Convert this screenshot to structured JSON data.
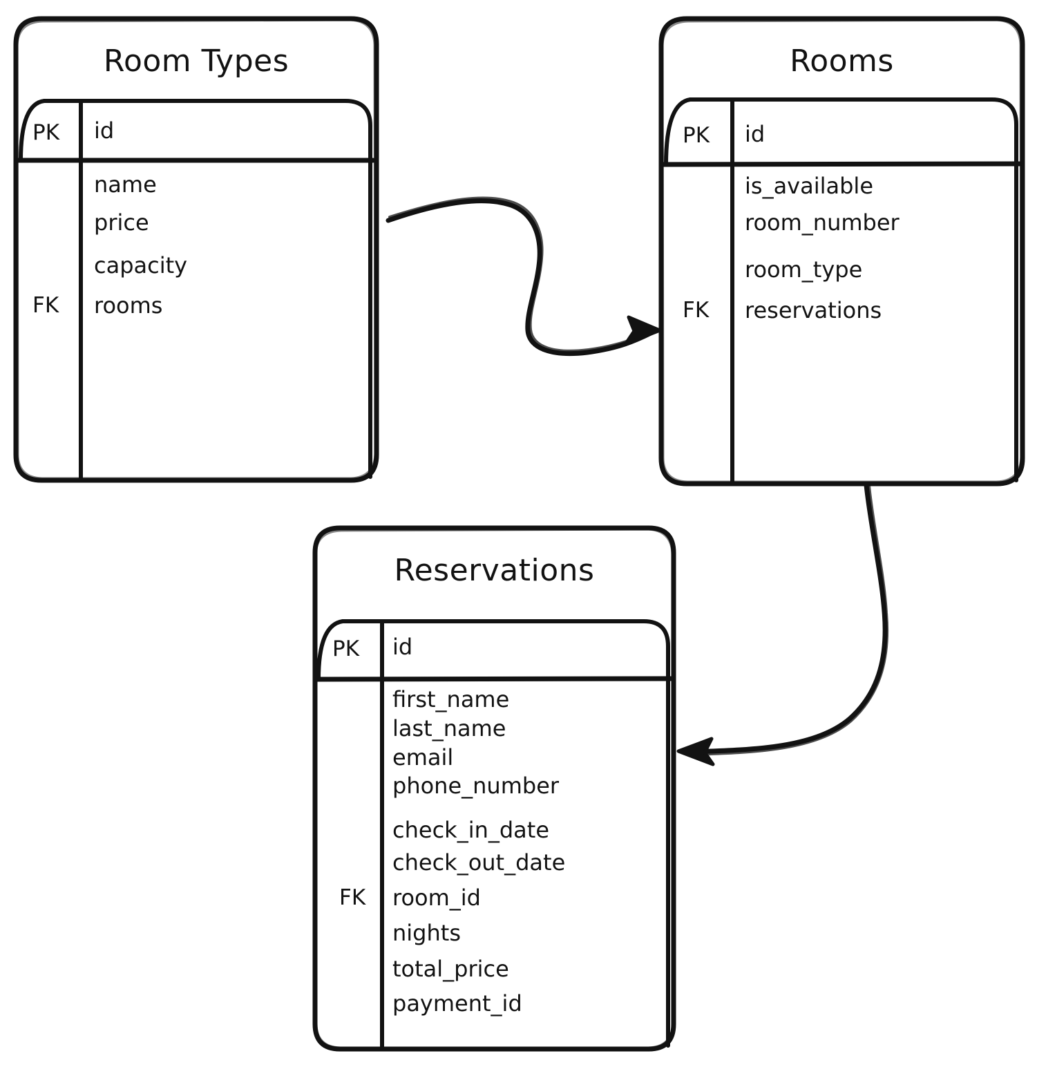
{
  "diagram": {
    "type": "entity-relationship-diagram",
    "style": "hand-drawn sketch",
    "background_color": "#ffffff",
    "stroke_color": "#121212"
  },
  "entities": [
    {
      "id": "room_types",
      "title": "Room Types",
      "primary_key": {
        "key": "PK",
        "name": "id"
      },
      "foreign_key_label": "FK",
      "fields": [
        {
          "name": "name",
          "key": ""
        },
        {
          "name": "price",
          "key": ""
        },
        {
          "name": "capacity",
          "key": ""
        },
        {
          "name": "rooms",
          "key": "FK"
        }
      ]
    },
    {
      "id": "rooms",
      "title": "Rooms",
      "primary_key": {
        "key": "PK",
        "name": "id"
      },
      "foreign_key_label": "FK",
      "fields": [
        {
          "name": "is_available",
          "key": ""
        },
        {
          "name": "room_number",
          "key": ""
        },
        {
          "name": "room_type",
          "key": ""
        },
        {
          "name": "reservations",
          "key": "FK"
        }
      ]
    },
    {
      "id": "reservations",
      "title": "Reservations",
      "primary_key": {
        "key": "PK",
        "name": "id"
      },
      "foreign_key_label": "FK",
      "fields": [
        {
          "name": "first_name",
          "key": ""
        },
        {
          "name": "last_name",
          "key": ""
        },
        {
          "name": "email",
          "key": ""
        },
        {
          "name": "phone_number",
          "key": ""
        },
        {
          "name": "check_in_date",
          "key": ""
        },
        {
          "name": "check_out_date",
          "key": ""
        },
        {
          "name": "room_id",
          "key": "FK"
        },
        {
          "name": "nights",
          "key": ""
        },
        {
          "name": "total_price",
          "key": ""
        },
        {
          "name": "payment_id",
          "key": ""
        }
      ]
    }
  ],
  "relationships": [
    {
      "from": "room_types",
      "to": "rooms",
      "marker": "arrow"
    },
    {
      "from": "rooms",
      "to": "reservations",
      "marker": "arrow"
    }
  ]
}
